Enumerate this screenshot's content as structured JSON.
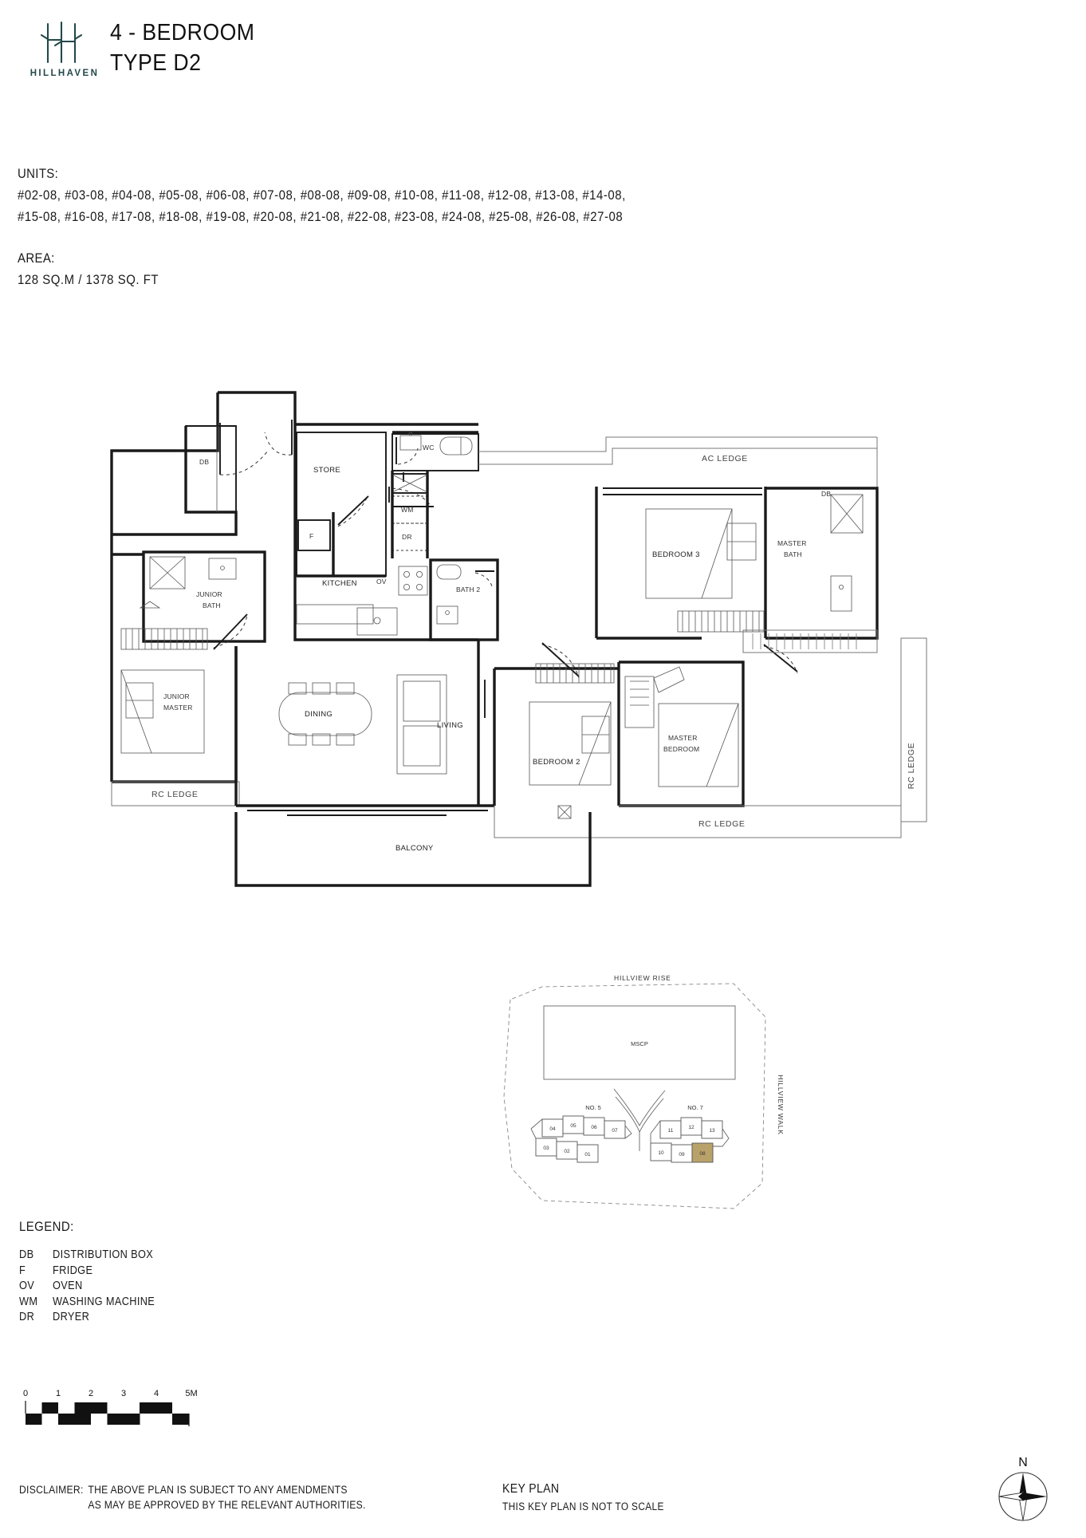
{
  "header": {
    "logo_name": "hillhaven-logo",
    "brand": "HILLHAVEN",
    "title_line1": "4 - BEDROOM",
    "title_line2": "TYPE D2",
    "brand_color": "#24484a"
  },
  "meta": {
    "units_label": "UNITS:",
    "units_row1": "#02-08, #03-08, #04-08, #05-08, #06-08, #07-08, #08-08, #09-08, #10-08, #11-08, #12-08, #13-08, #14-08,",
    "units_row2": "#15-08, #16-08, #17-08, #18-08, #19-08, #20-08, #21-08, #22-08, #23-08, #24-08, #25-08, #26-08, #27-08",
    "area_label": "AREA:",
    "area_value": "128 SQ.M  /  1378 SQ. FT"
  },
  "floorplan": {
    "rooms": [
      {
        "name": "db",
        "label": "DB"
      },
      {
        "name": "store",
        "label": "STORE"
      },
      {
        "name": "wc",
        "label": "WC"
      },
      {
        "name": "washing-machine",
        "label": "WM"
      },
      {
        "name": "dryer",
        "label": "DR"
      },
      {
        "name": "fridge",
        "label": "F"
      },
      {
        "name": "oven",
        "label": "OV"
      },
      {
        "name": "kitchen",
        "label": "KITCHEN"
      },
      {
        "name": "bath-2",
        "label": "BATH 2"
      },
      {
        "name": "bedroom-3",
        "label": "BEDROOM 3"
      },
      {
        "name": "master-bath",
        "label": "MASTER\nBATH"
      },
      {
        "name": "junior-bath",
        "label": "JUNIOR\nBATH"
      },
      {
        "name": "junior-master",
        "label": "JUNIOR\nMASTER"
      },
      {
        "name": "dining",
        "label": "DINING"
      },
      {
        "name": "living",
        "label": "LIVING"
      },
      {
        "name": "bedroom-2",
        "label": "BEDROOM 2"
      },
      {
        "name": "master-bedroom",
        "label": "MASTER\nBEDROOM"
      },
      {
        "name": "balcony",
        "label": "BALCONY"
      }
    ],
    "labels": {
      "ac_ledge": "AC LEDGE",
      "rc_ledge": "RC LEDGE",
      "master_bath_l1": "MASTER",
      "master_bath_l2": "BATH",
      "junior_bath_l1": "JUNIOR",
      "junior_bath_l2": "BATH",
      "junior_master_l1": "JUNIOR",
      "junior_master_l2": "MASTER",
      "master_bedroom_l1": "MASTER",
      "master_bedroom_l2": "BEDROOM",
      "bedroom_3": "BEDROOM 3",
      "bedroom_2": "BEDROOM 2",
      "bath_2": "BATH 2",
      "kitchen": "KITCHEN",
      "store": "STORE",
      "wc": "WC",
      "wm": "WM",
      "dr": "DR",
      "db": "DB",
      "f": "F",
      "ov": "OV",
      "dining": "DINING",
      "living": "LIVING",
      "balcony": "BALCONY",
      "rc_ledge_vertical": "RC LEDGE"
    }
  },
  "legend": {
    "title": "LEGEND:",
    "items": [
      {
        "abbr": "DB",
        "desc": "DISTRIBUTION BOX"
      },
      {
        "abbr": "F",
        "desc": "FRIDGE"
      },
      {
        "abbr": "OV",
        "desc": "OVEN"
      },
      {
        "abbr": "WM",
        "desc": "WASHING MACHINE"
      },
      {
        "abbr": "DR",
        "desc": "DRYER"
      }
    ]
  },
  "scalebar": {
    "ticks": [
      "0",
      "1",
      "2",
      "3",
      "4",
      "5M"
    ],
    "unit": "M"
  },
  "disclaimer": {
    "key": "DISCLAIMER:",
    "line1": "THE ABOVE PLAN IS SUBJECT TO ANY AMENDMENTS",
    "line2": "AS MAY BE APPROVED BY THE RELEVANT AUTHORITIES."
  },
  "keyplan": {
    "caption_title": "KEY PLAN",
    "caption_sub": "THIS KEY PLAN IS NOT TO SCALE",
    "street_top": "HILLVIEW RISE",
    "street_right": "HILLVIEW WALK",
    "mscp": "MSCP",
    "block_left_label": "NO. 5",
    "block_right_label": "NO. 7",
    "block_left_units_upper": [
      "04",
      "05",
      "06",
      "07"
    ],
    "block_left_units_lower": [
      "03",
      "02",
      "01"
    ],
    "block_right_units_upper": [
      "11",
      "12",
      "13"
    ],
    "block_right_units_lower": [
      "10",
      "09",
      "08"
    ],
    "highlighted_unit": "08",
    "highlight_color": "#b9a26a"
  },
  "compass": {
    "north_label": "N"
  }
}
